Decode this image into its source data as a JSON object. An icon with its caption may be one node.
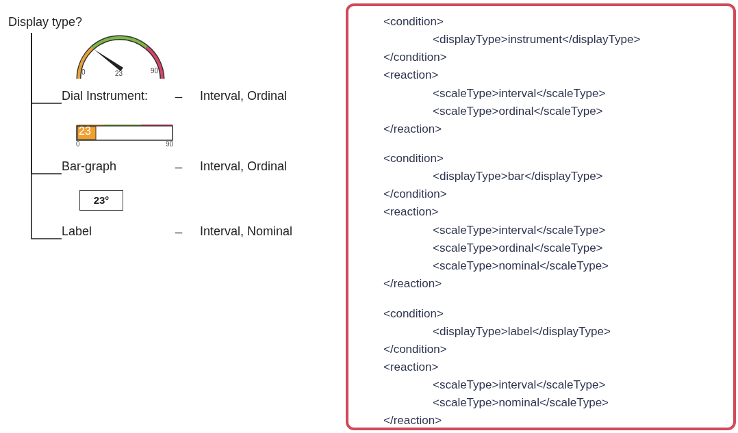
{
  "diagram": {
    "nodes": [
      {
        "text": [
          "Display type?"
        ]
      },
      {
        "text": [
          "Dial Instrument:"
        ]
      },
      {
        "text": [
          "Interval, Ordinal"
        ]
      },
      {
        "text": [
          "Bar-graph"
        ]
      },
      {
        "text": [
          "Interval, Ordinal"
        ]
      },
      {
        "text": [
          "23°"
        ]
      },
      {
        "text": [
          "Label"
        ]
      },
      {
        "text": [
          "Interval, Nominal"
        ]
      },
      {
        "text": [
          "<condition>",
          "<displayType>instrument</displayType>",
          "</condition>",
          "<reaction>",
          "<scaleType>interval</scaleType>",
          "<scaleType>ordinal</scaleType>",
          "</reaction>",
          "<condition>",
          "<displayType>bar</displayType>",
          "</condition>",
          "<reaction>",
          "<scaleType>interval</scaleType>",
          "<scaleType>ordinal</scaleType>",
          "<scaleType>nominal</scaleType>",
          "</reaction>",
          "<condition>",
          "<displayType>label</displayType>",
          "</condition>",
          "<reaction>",
          "<scaleType>interval</scaleType>",
          "<scaleType>nominal</scaleType>",
          "</reaction>"
        ]
      }
    ],
    "edges": [
      {
        "from": 0,
        "to": 1,
        "arrow": "none"
      },
      {
        "from": 0,
        "to": 3,
        "arrow": "none"
      },
      {
        "from": 0,
        "to": 6,
        "arrow": "none"
      }
    ],
    "labels": [
      "0",
      "23",
      "90",
      "_",
      "23",
      "0",
      "90",
      "_",
      "_"
    ]
  }
}
